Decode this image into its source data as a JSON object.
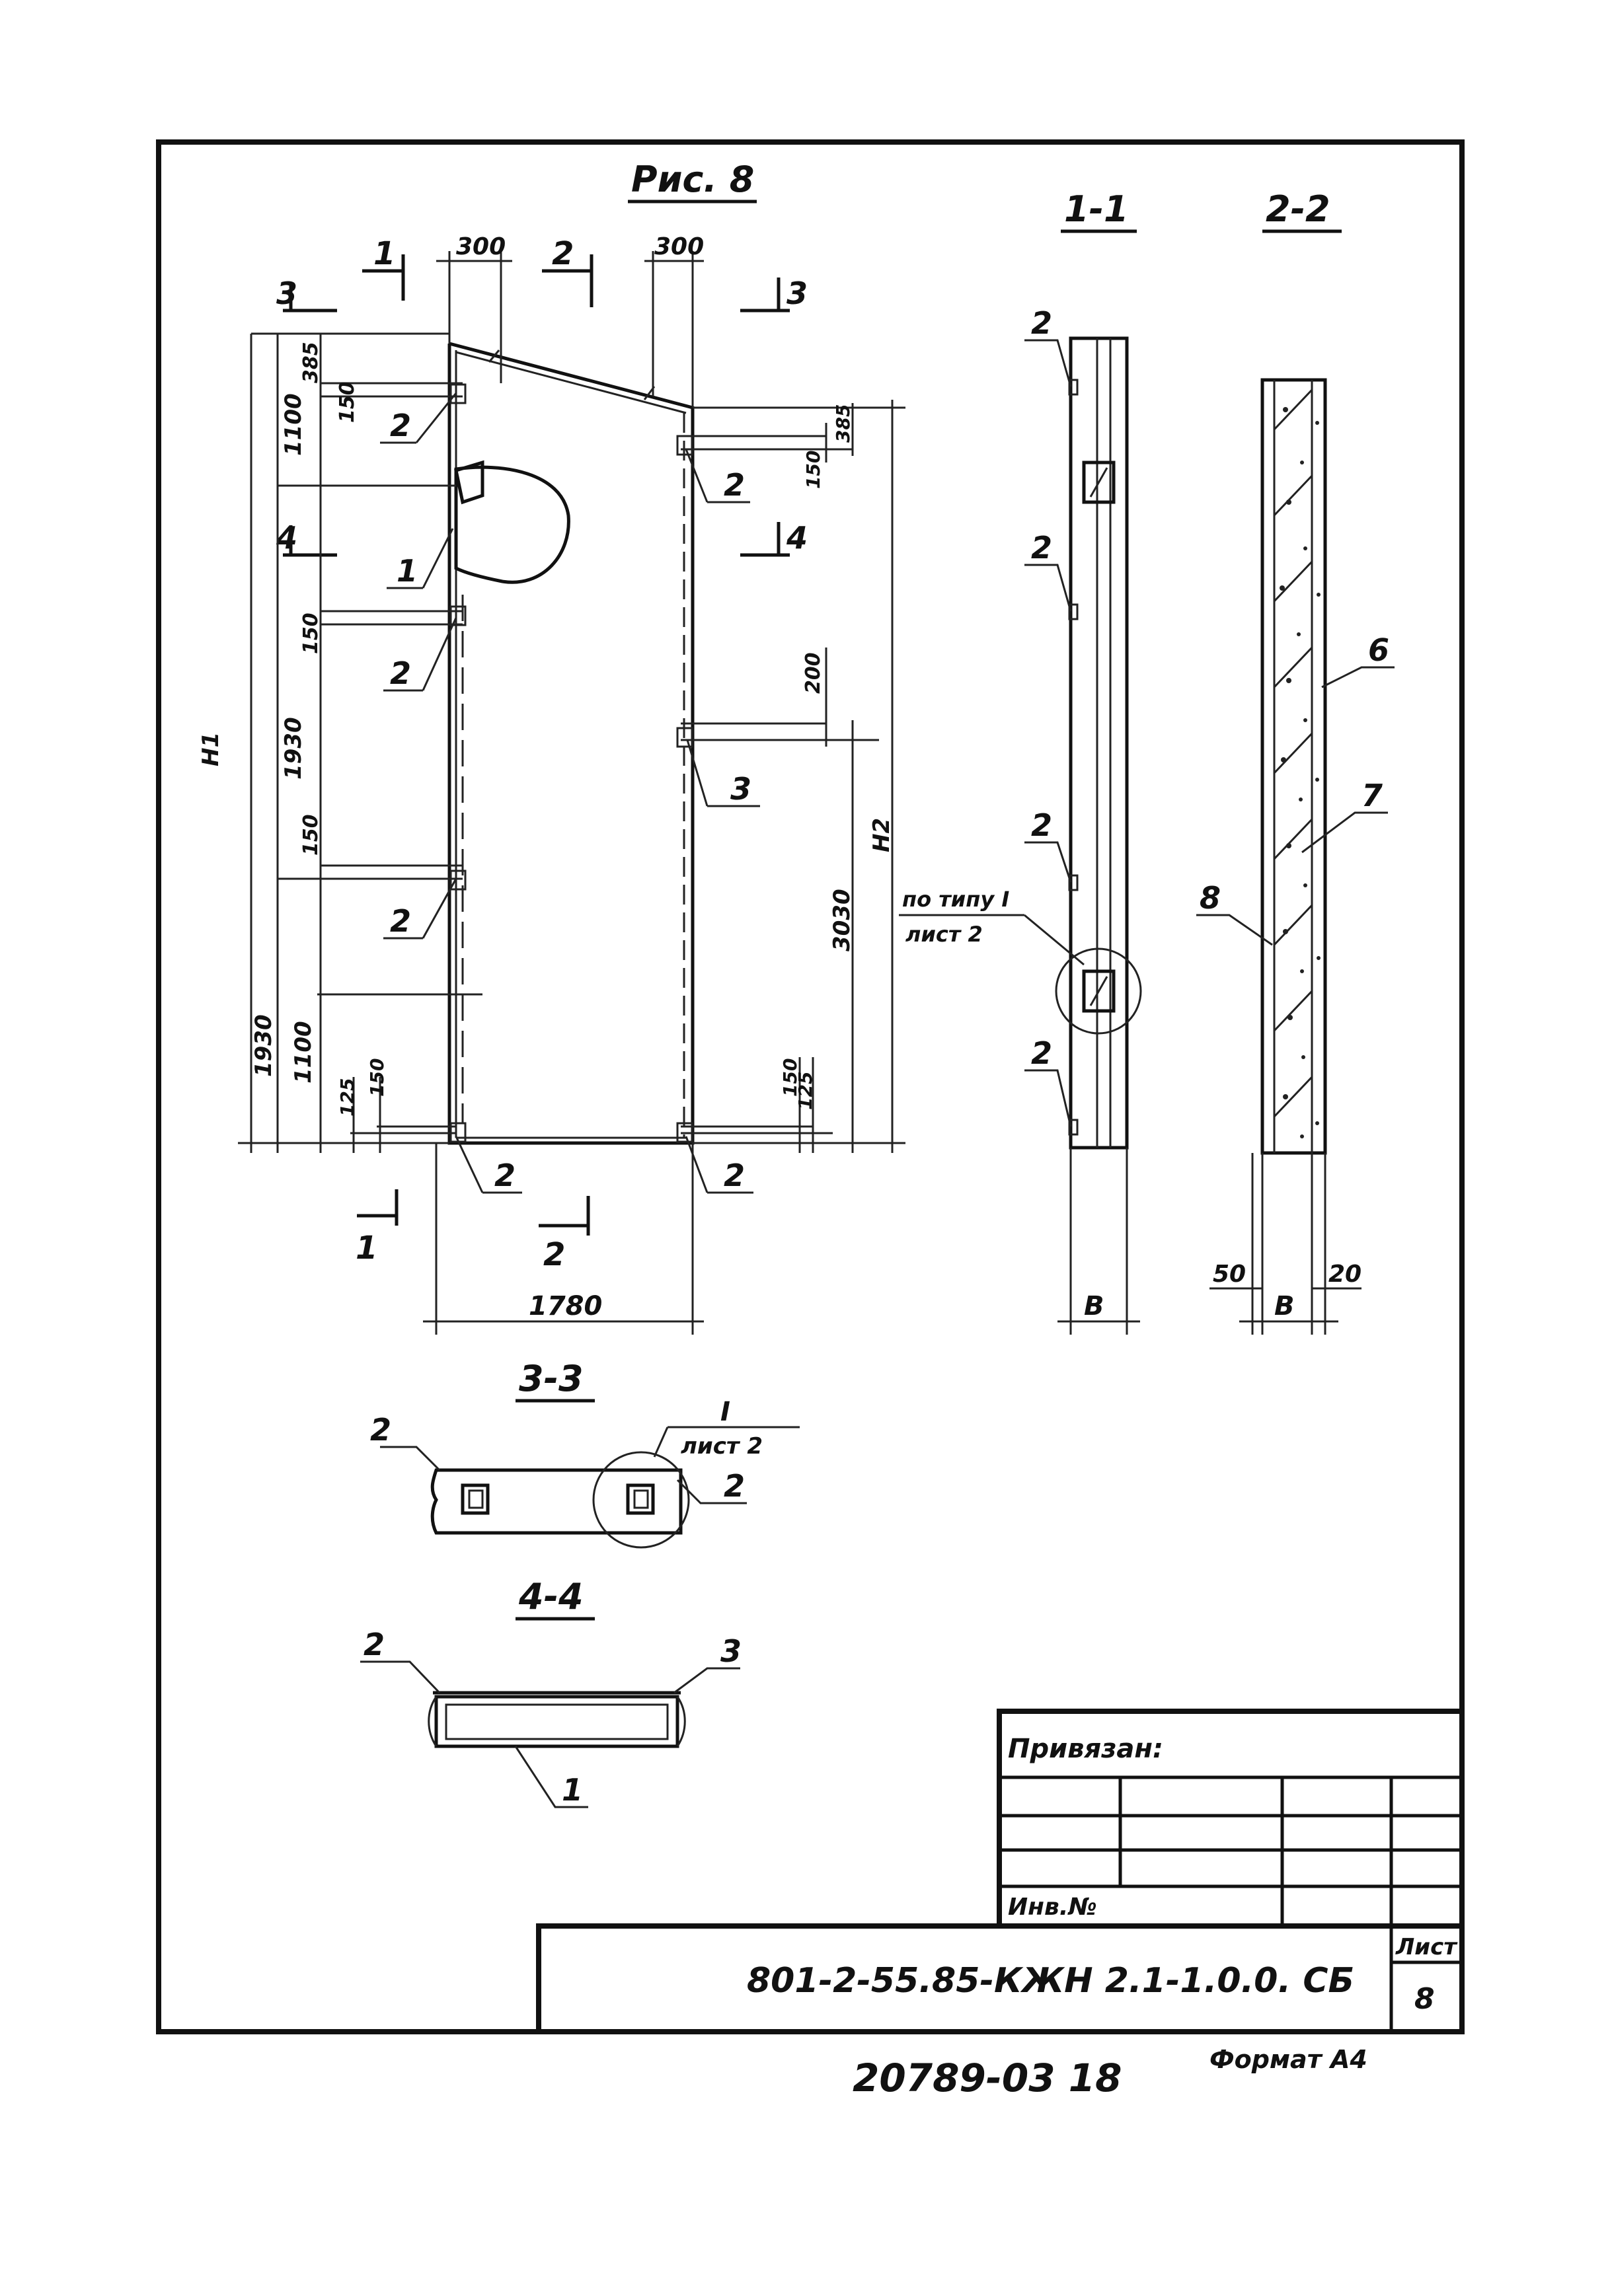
{
  "figure": {
    "title": "Рис. 8",
    "section_1_1": "1-1",
    "section_2_2": "2-2",
    "section_3_3": "3-3",
    "section_4_4": "4-4"
  },
  "main_view": {
    "cut_1": "1",
    "cut_2": "2",
    "cut_3": "3",
    "cut_4": "4",
    "dim_top_left": "300",
    "dim_top_right": "300",
    "dim_width": "1780",
    "dim_1100_top": "1100",
    "dim_385_left": "385",
    "dim_150_a": "150",
    "dim_150_b": "150",
    "dim_150_c": "150",
    "dim_1930_a": "1930",
    "dim_1930_b": "1930",
    "dim_1100_bot": "1100",
    "dim_125_left": "125",
    "dim_150_bl": "150",
    "dim_385_right": "385",
    "dim_150_right": "150",
    "dim_200": "200",
    "dim_3030": "3030",
    "dim_150_br": "150",
    "dim_125_right": "125",
    "h1": "H1",
    "h2": "H2",
    "pos_1": "1",
    "pos_2": "2",
    "pos_3": "3"
  },
  "section_1_1": {
    "pos_2": "2",
    "type_note_line1": "по типу I",
    "type_note_line2": "лист 2",
    "dim_b": "В"
  },
  "section_2_2": {
    "pos_6": "6",
    "pos_7": "7",
    "pos_8": "8",
    "dim_50": "50",
    "dim_20": "20",
    "dim_b": "В"
  },
  "section_3_3": {
    "pos_2": "2",
    "ref_line1": "I",
    "ref_line2": "лист 2"
  },
  "section_4_4": {
    "pos_1": "1",
    "pos_2": "2",
    "pos_3": "3"
  },
  "title_block": {
    "attached": "Привязан:",
    "inv_no": "Инв.№",
    "code": "801-2-55.85-КЖН 2.1-1.0.0. СБ",
    "sheet_label": "Лист",
    "sheet_no": "8"
  },
  "footer": {
    "stamp": "20789-03 18",
    "format": "Формат А4"
  }
}
